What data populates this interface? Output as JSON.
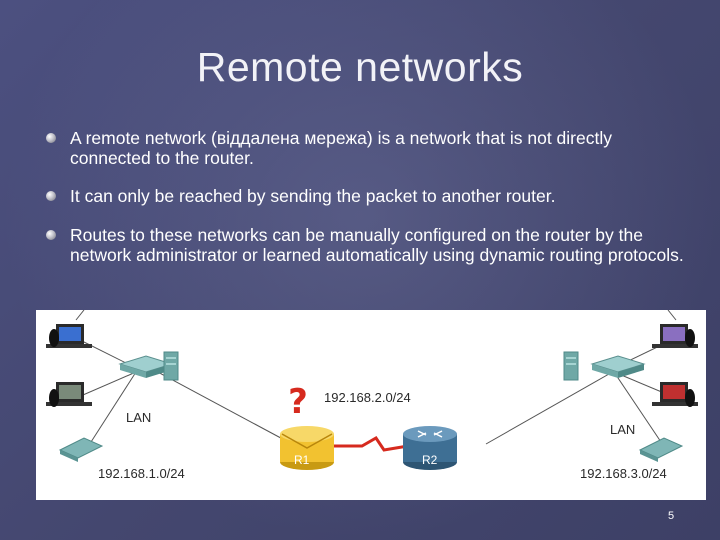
{
  "slide": {
    "title": "Remote networks",
    "page_number": "5"
  },
  "bullets": [
    {
      "text": "A remote network (віддалена мережа) is a network that is not directly connected to the router."
    },
    {
      "text": "It can only be reached by sending the packet to another router."
    },
    {
      "text": "Routes to these networks can be manually configured on the router by the network administrator or learned automatically using dynamic routing protocols."
    }
  ],
  "diagram": {
    "lan_left_label": "LAN",
    "lan_right_label": "LAN",
    "net_left": "192.168.1.0/24",
    "net_middle": "192.168.2.0/24",
    "net_right": "192.168.3.0/24",
    "router1_label": "R1",
    "router2_label": "R2",
    "question_mark": "?"
  },
  "colors": {
    "background": "#4a4e78",
    "title_text": "#f2f2f7",
    "router_blue": "#3e6f94",
    "router_highlight": "#f2c230",
    "serial_link": "#d62a1e",
    "switch_teal": "#6fa8a6"
  }
}
